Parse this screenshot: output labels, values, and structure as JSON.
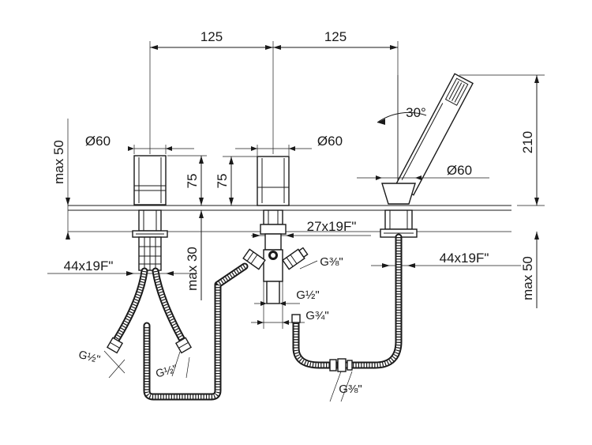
{
  "dimensions": {
    "spacing_left": "125",
    "spacing_right": "125",
    "diameter_left": "Ø60",
    "diameter_center": "Ø60",
    "diameter_shower": "Ø60",
    "height_left": "75",
    "height_center": "75",
    "max_deck_left": "max 50",
    "max_deck_right": "max 50",
    "max_below": "max 30",
    "shower_height": "210",
    "shower_angle": "30°",
    "nut_center": "27x19F\"",
    "nut_left": "44x19F\"",
    "nut_right": "44x19F\""
  },
  "connections": {
    "left_hose_1": "G½\"",
    "left_hose_2": "G½\"",
    "diverter_side": "G⅜\"",
    "diverter_inlet": "G½\"",
    "diverter_outlet": "G¾\"",
    "shower_hose": "G⅜\""
  }
}
